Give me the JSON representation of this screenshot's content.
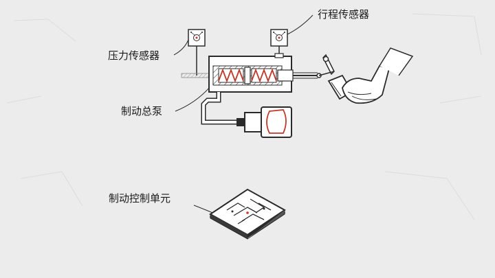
{
  "labels": {
    "pressure_sensor": "压力传感器",
    "stroke_sensor": "行程传感器",
    "master_cylinder": "制动总泵",
    "control_unit": "制动控制单元"
  },
  "colors": {
    "background": "#ececec",
    "outline": "#2a2a2a",
    "accent_red": "#c0392b",
    "fill_white": "#ffffff"
  }
}
